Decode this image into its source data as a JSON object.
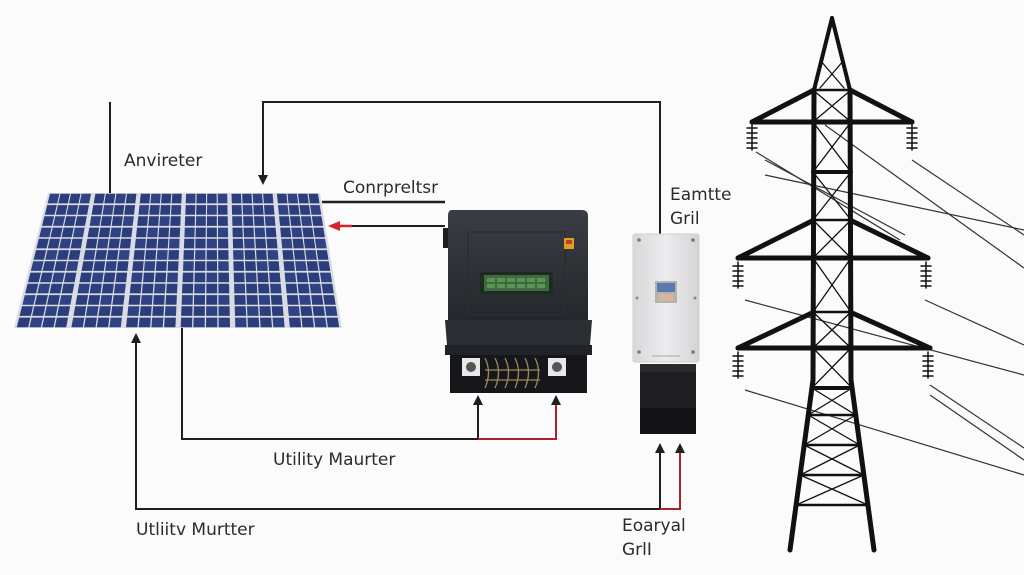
{
  "diagram": {
    "title": "Solar panel to utility grid wiring diagram",
    "colors": {
      "background": "#fbfbfb",
      "wire": "#1f1f1f",
      "wire_red": "#b0202a",
      "arrow_red": "#d4232f",
      "panel_cell": "#2c3d7c",
      "panel_frame": "#d9dce3",
      "inverter_body": "#2f3338",
      "lcd": "#3d6b3e",
      "meter_body": "#e6e6e8",
      "meter_base": "#1e1e20",
      "tower": "#111111"
    },
    "labels": {
      "inverter": "Anvireter",
      "controller": "Conrpreltsr",
      "remote_grid_line1": "Eamtte",
      "remote_grid_line2": "Gril",
      "utility_meter_upper": "Utility Maurter",
      "utility_meter_lower": "Utliitv Murtter",
      "external_grid_line1": "Eoaryal",
      "external_grid_line2": "GrlI"
    },
    "components": [
      {
        "id": "solar-panel",
        "name": "Solar panel array"
      },
      {
        "id": "inverter",
        "name": "Inverter with LCD display"
      },
      {
        "id": "meter",
        "name": "Grid meter / disconnect box"
      },
      {
        "id": "tower",
        "name": "Transmission tower"
      }
    ]
  }
}
